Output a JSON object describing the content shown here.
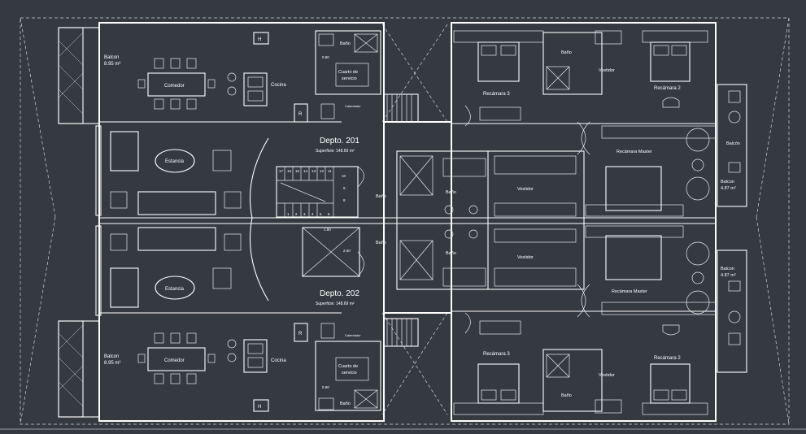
{
  "units": [
    {
      "title": "Depto. 201",
      "area": "Superficie: 148.69 m²",
      "rooms": {
        "comedor": "Comedor",
        "cocina": "Cocina",
        "estancia": "Estancia",
        "balcon_left_name": "Balcon",
        "balcon_left_area": "8.95 m²",
        "bano_servicio": "Baño",
        "cuarto_servicio_1": "Cuarto de",
        "cuarto_servicio_2": "servicio",
        "calentador": "Calentador",
        "recamara3": "Recámara 3",
        "recamara2": "Recámara 2",
        "bano_top": "Baño",
        "vestidor_top": "Vestidor",
        "recamara_master": "Recámara Master",
        "bano_master": "Baño",
        "vestidor_master": "Vestidor",
        "balcon_right_top": "Balcón",
        "balcon_right_name": "Balcon",
        "balcon_right_area": "4.87 m²",
        "bano_stair": "Baño"
      }
    },
    {
      "title": "Depto. 202",
      "area": "Superficie: 148.69 m²",
      "rooms": {
        "comedor": "Comedor",
        "cocina": "Cocina",
        "estancia": "Estancia",
        "balcon_left_name": "Balcon",
        "balcon_left_area": "8.95 m²",
        "bano_servicio": "Baño",
        "cuarto_servicio_1": "Cuarto de",
        "cuarto_servicio_2": "servicio",
        "calentador": "Calentador",
        "recamara3": "Recámara 3",
        "recamara2": "Recámara 2",
        "bano_top": "Baño",
        "vestidor_top": "Vestidor",
        "recamara_master": "Recámara Master",
        "bano_master": "Baño",
        "vestidor_master": "Vestidor",
        "balcon_right_name": "Balcon",
        "balcon_right_area": "4.87 m²",
        "bano_stair": "Baño"
      }
    }
  ],
  "stair_steps_top": [
    "17",
    "16",
    "15",
    "14",
    "13",
    "12",
    "11"
  ],
  "stair_steps_bottom": [
    "1",
    "2",
    "3",
    "4",
    "5",
    "6"
  ],
  "stair_steps_side": [
    "10",
    "9",
    "8"
  ],
  "misc_labels": {
    "H": "H",
    "R": "R",
    "dim_top": "0.90",
    "dim_stair": "1.80",
    "dim_stair2": "2.00"
  },
  "colors": {
    "background": "#343a40",
    "line": "#ffffff"
  }
}
